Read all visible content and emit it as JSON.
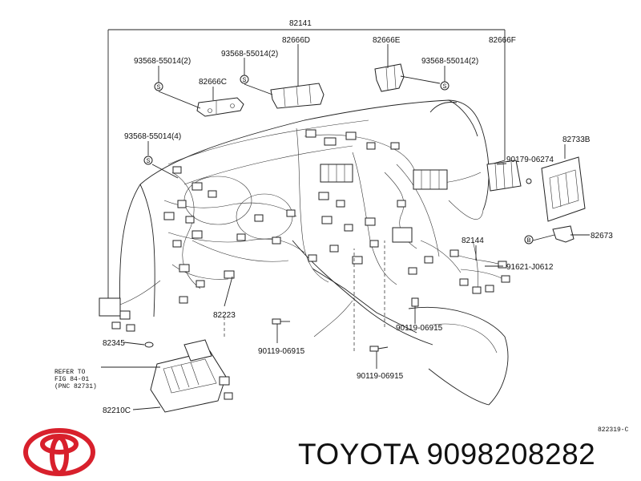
{
  "callouts": {
    "c82141": "82141",
    "c82666D": "82666D",
    "c82666E": "82666E",
    "c82666F": "82666F",
    "c93568_tl": "93568-55014(2)",
    "c93568_tm": "93568-55014(2)",
    "c93568_tr": "93568-55014(2)",
    "c82666C": "82666C",
    "c93568_ml": "93568-55014(4)",
    "c90179": "90179-06274",
    "c82733B": "82733B",
    "c82673": "82673",
    "c82144": "82144",
    "c91621": "91621-J0612",
    "c82223": "82223",
    "c90119_l": "90119-06915",
    "c90119_r": "90119-06915",
    "c90119_b": "90119-06915",
    "c82345": "82345",
    "c82210C": "82210C",
    "s_marker": "S",
    "b_marker": "B"
  },
  "refer": {
    "line1": "REFER TO",
    "line2": "FIG 84-01",
    "line3": "(PNC 82731)"
  },
  "diagram_id": "822319-C",
  "brand": {
    "name": "TOYOTA 9098208282",
    "logo": "toyota-logo-icon"
  },
  "colors": {
    "logo_red": "#d8202c",
    "ink": "#111111"
  }
}
